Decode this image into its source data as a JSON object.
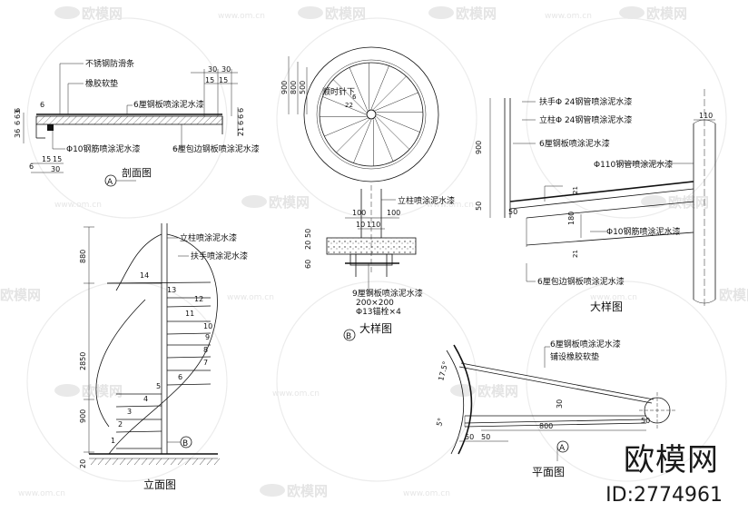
{
  "watermark": {
    "brand": "欧模网",
    "site": "www.om.cn"
  },
  "brand_mark": {
    "name": "欧模网",
    "id": "ID:2774961"
  },
  "section": {
    "title": "剖面图",
    "tag": "A",
    "callout_anti_slip": "不锈钢防滑条",
    "callout_rubber": "橡胶软垫",
    "callout_plate": "6厘钢板喷涂泥水漆",
    "callout_bar": "Φ10钢筋喷涂泥水漆",
    "callout_edge": "6厘包边钢板喷涂泥水漆",
    "dims": {
      "d30a": "30",
      "d30b": "30",
      "d15a": "15",
      "d15b": "15",
      "l6a": "6",
      "l6b": "6",
      "l6c": "6",
      "l63": "63",
      "l36": "36",
      "r6a": "6",
      "r6b": "6",
      "r6c": "6",
      "r21": "21",
      "b6": "6",
      "b15": "15",
      "b15b": "15",
      "b30": "30"
    }
  },
  "plan_small": {
    "label": "顺时针下",
    "dims": {
      "d900": "900",
      "d800": "800",
      "d500": "500",
      "d6": "6",
      "d22": "22"
    }
  },
  "detail": {
    "title": "大样图",
    "handrail": "扶手Φ 24钢管喷涂泥水漆",
    "post": "立柱Φ 24钢管喷涂泥水漆",
    "plate": "6厘钢板喷涂泥水漆",
    "pipe": "Φ110钢管喷涂泥水漆",
    "bar": "Φ10钢筋喷涂泥水漆",
    "edge": "6厘包边钢板喷涂泥水漆",
    "dims": {
      "d110": "110",
      "d900": "900",
      "d50a": "50",
      "d50b": "50",
      "d180": "180",
      "d21a": "21",
      "d21b": "21"
    }
  },
  "base": {
    "title": "大样图",
    "tag": "B",
    "post": "立柱喷涂泥水漆",
    "plate": "9厘钢板喷涂泥水漆",
    "size": "200×200",
    "anchor": "Φ13锚栓×4",
    "dims": {
      "d100a": "100",
      "d100b": "100",
      "d10": "10",
      "d110": "110",
      "d20": "20",
      "d50": "50",
      "d60": "60"
    }
  },
  "elevation": {
    "title": "立面图",
    "tag": "B",
    "post": "立柱喷涂泥水漆",
    "handrail": "扶手喷涂泥水漆",
    "steps": [
      "1",
      "2",
      "3",
      "4",
      "5",
      "6",
      "7",
      "8",
      "9",
      "10",
      "11",
      "12",
      "13",
      "14"
    ],
    "dims": {
      "d880": "880",
      "d2850": "2850",
      "d900": "900",
      "d20": "20"
    }
  },
  "plan": {
    "title": "平面图",
    "tag": "A",
    "callout1": "6厘钢板喷涂泥水漆",
    "callout2": "铺设橡胶软垫",
    "dims": {
      "a175": "17.5°",
      "a5": "5°",
      "d30": "30",
      "d800": "800",
      "d50a": "50",
      "d50b": "50",
      "d50c": "50"
    }
  }
}
